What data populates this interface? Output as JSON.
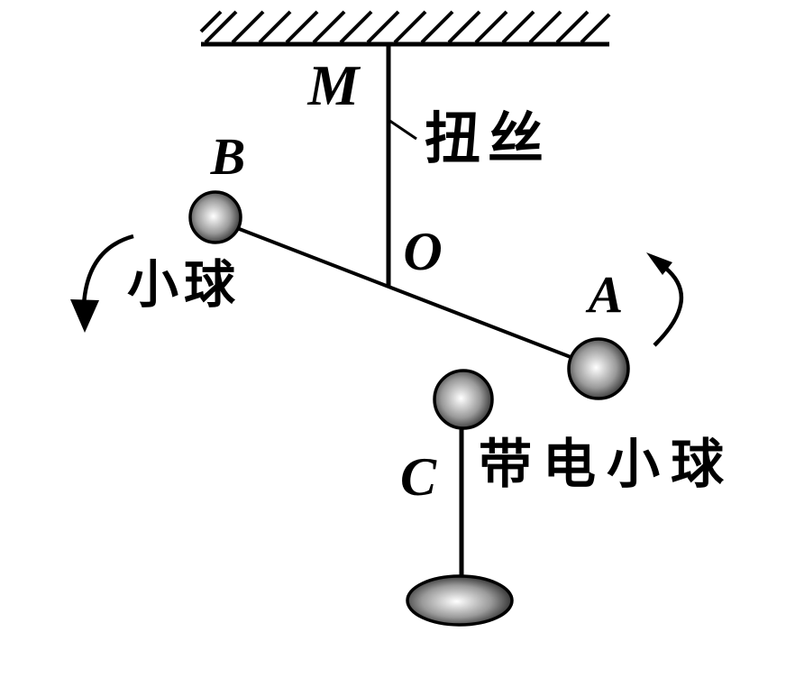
{
  "diagram": {
    "kind": "torsion-balance-physics-figure",
    "colors": {
      "background": "#ffffff",
      "ink": "#000000",
      "ball_highlight": "#ffffff",
      "ball_mid": "#9a9a9a",
      "ball_dark": "#141414"
    },
    "labels": {
      "suspension_point": "M",
      "torsion_wire": "扭丝",
      "ball_b": "B",
      "pivot_o": "O",
      "ball_a": "A",
      "small_ball": "小球",
      "ball_c": "C",
      "charged_ball": "带电小球"
    }
  }
}
